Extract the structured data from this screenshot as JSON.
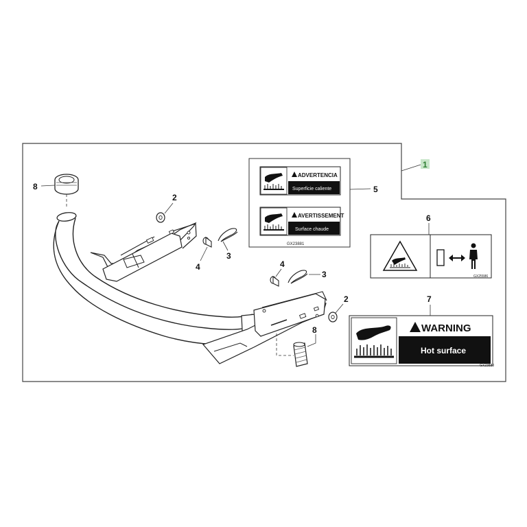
{
  "assembly": {
    "ref": "1",
    "ref_color": "#2e7d32",
    "ref_bg": "#c8e6c9"
  },
  "callouts": {
    "c2a": "2",
    "c2b": "2",
    "c3a": "3",
    "c3b": "3",
    "c4a": "4",
    "c4b": "4",
    "c5": "5",
    "c6": "6",
    "c7": "7",
    "c8a": "8",
    "c8b": "8"
  },
  "labels": {
    "decal_set": {
      "top_title": "ADVERTENCIA",
      "top_body": "Superficie caliente",
      "bottom_title": "AVERTISSEMENT",
      "bottom_body": "Surface chaude",
      "code": "GX23881"
    },
    "decal_6": {
      "code": "GX25586"
    },
    "decal_7": {
      "title": "WARNING",
      "body": "Hot surface",
      "code": "GX23880"
    }
  },
  "icons": [
    "hot-hand-icon",
    "warning-triangle-icon",
    "keep-away-icon",
    "person-icon",
    "double-arrow-icon"
  ]
}
